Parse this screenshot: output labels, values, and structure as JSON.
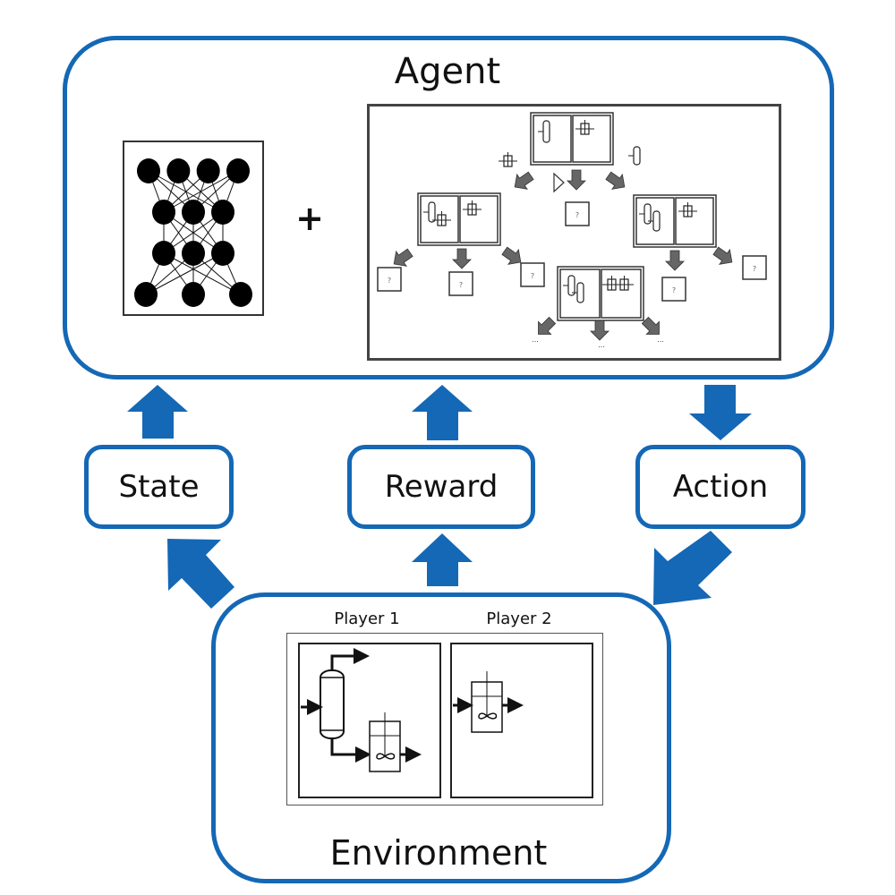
{
  "diagram": {
    "type": "reinforcement-learning-loop",
    "accent_color": "#1468b5",
    "agent": {
      "title": "Agent",
      "components": [
        {
          "name": "neural-network",
          "layers": [
            4,
            3,
            3,
            3
          ]
        },
        {
          "name": "plus-sign",
          "symbol": "+"
        },
        {
          "name": "search-tree",
          "description": "tree of process flowsheet configurations with unknown (?) child states"
        }
      ],
      "tree": {
        "unknown_symbol": "?",
        "ellipsis": "...",
        "root": {
          "left_panel": "column",
          "right_panel": "reactor"
        },
        "level1": [
          {
            "left_panel": "column + reactor",
            "right_panel": "reactor"
          },
          {
            "unknown": true
          },
          {
            "left_panel": "column + column",
            "right_panel": "reactor"
          }
        ],
        "level2": [
          {
            "unknown": true
          },
          {
            "unknown": true
          },
          {
            "unknown": true
          },
          {
            "left_panel": "column + column",
            "right_panel": "reactor + reactor"
          },
          {
            "unknown": true
          },
          {
            "unknown": true
          }
        ]
      }
    },
    "signals": {
      "state": "State",
      "reward": "Reward",
      "action": "Action"
    },
    "environment": {
      "title": "Environment",
      "players": [
        {
          "label": "Player 1",
          "units": [
            "distillation-column",
            "stirred-reactor"
          ]
        },
        {
          "label": "Player 2",
          "units": [
            "stirred-reactor"
          ]
        }
      ]
    }
  }
}
